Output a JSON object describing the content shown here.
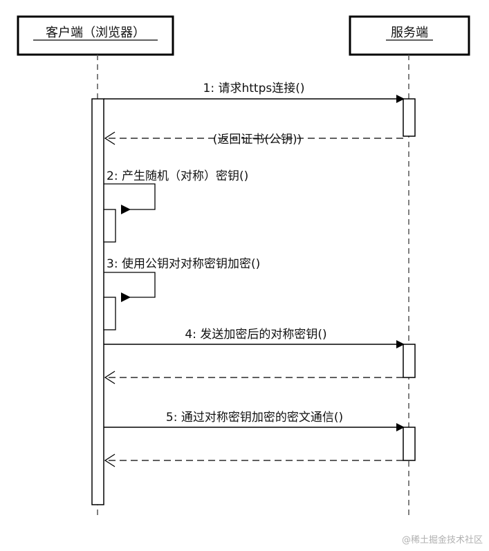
{
  "participants": {
    "client": "客户端（浏览器）",
    "server": "服务端"
  },
  "messages": {
    "m1": "1: 请求https连接()",
    "r1": "(返回证书(公钥))",
    "m2": "2: 产生随机（对称）密钥()",
    "m3": "3: 使用公钥对对称密钥加密()",
    "m4": "4: 发送加密后的对称密钥()",
    "m5": "5: 通过对称密钥加密的密文通信()"
  },
  "watermark": "@稀土掘金技术社区"
}
